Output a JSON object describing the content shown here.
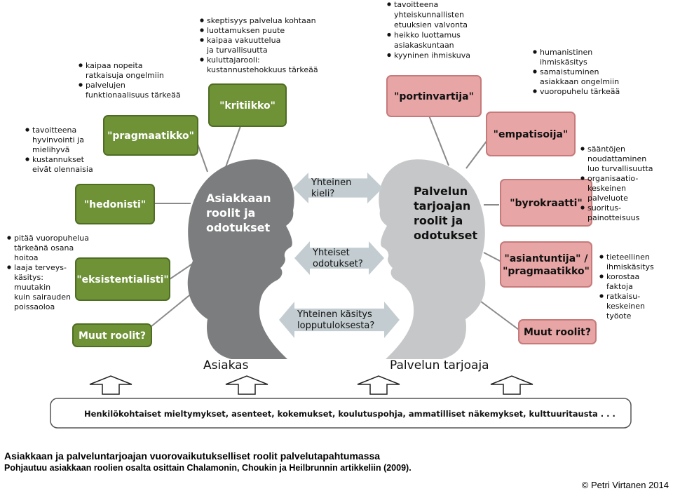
{
  "colors": {
    "green_fill": "#6f9237",
    "green_border": "#4e6d22",
    "pink_fill": "#e8a5a5",
    "pink_border": "#c67a7a",
    "head_left": "#7c7d7e",
    "head_right": "#c6c7c8",
    "arrow_fill": "#c3cdd1"
  },
  "client": {
    "head_text": [
      "Asiakkaan",
      "roolit ja",
      "odotukset"
    ],
    "side_label": "Asiakas",
    "roles": [
      {
        "label": "\"kritiikko\"",
        "bullets": [
          "skeptisyys palvelua kohtaan",
          "luottamuksen puute",
          "kaipaa vakuuttelua",
          "ja turvallisuutta",
          "kuluttajarooli:",
          "kustannustehokkuus tärkeää"
        ],
        "bullet_marks": [
          true,
          true,
          true,
          false,
          true,
          false
        ]
      },
      {
        "label": "\"pragmaatikko\"",
        "bullets": [
          "kaipaa nopeita",
          "ratkaisuja ongelmiin",
          "palvelujen",
          "funktionaalisuus tärkeää"
        ],
        "bullet_marks": [
          true,
          false,
          true,
          false
        ]
      },
      {
        "label": "\"hedonisti\"",
        "bullets": [
          "tavoitteena",
          "hyvinvointi ja",
          "mielihyvä",
          "kustannukset",
          "eivät olennaisia"
        ],
        "bullet_marks": [
          true,
          false,
          false,
          true,
          false
        ]
      },
      {
        "label": "\"eksistentialisti\"",
        "bullets": [
          "pitää vuoropuhelua",
          "tärkeänä osana",
          "hoitoa",
          "laaja terveys-",
          "käsitys:",
          "muutakin",
          "kuin sairauden",
          "poissaoloa"
        ],
        "bullet_marks": [
          true,
          false,
          false,
          true,
          false,
          false,
          false,
          false
        ]
      },
      {
        "label": "Muut roolit?",
        "bullets": [],
        "bullet_marks": []
      }
    ]
  },
  "provider": {
    "head_text": [
      "Palvelun",
      "tarjoajan",
      "roolit ja",
      "odotukset"
    ],
    "side_label": "Palvelun tarjoaja",
    "roles": [
      {
        "label": "\"portinvartija\"",
        "bullets": [
          "tavoitteena",
          "yhteiskunnallisten",
          "etuuksien valvonta",
          "heikko luottamus",
          "asiakaskuntaan",
          "kyyninen ihmiskuva"
        ],
        "bullet_marks": [
          true,
          false,
          false,
          true,
          false,
          true
        ]
      },
      {
        "label": "\"empatisoija\"",
        "bullets": [
          "humanistinen",
          "ihmiskäsitys",
          "samaistuminen",
          "asiakkaan ongelmiin",
          "vuoropuhelu tärkeää"
        ],
        "bullet_marks": [
          true,
          false,
          true,
          false,
          true
        ]
      },
      {
        "label": "\"byrokraatti\"",
        "bullets": [
          "sääntöjen",
          "noudattaminen",
          "luo turvallisuutta",
          "organisaatio-",
          "keskeinen",
          "palveluote",
          "suoritus-",
          "painotteisuus"
        ],
        "bullet_marks": [
          true,
          false,
          false,
          true,
          false,
          false,
          true,
          false
        ]
      },
      {
        "label_lines": [
          "\"asiantuntija\" /",
          "\"pragmaatikko\""
        ],
        "bullets": [
          "tieteellinen",
          "ihmiskäsitys",
          "korostaa",
          "faktoja",
          "ratkaisu-",
          "keskeinen",
          "työote"
        ],
        "bullet_marks": [
          true,
          false,
          true,
          false,
          true,
          false,
          false
        ]
      },
      {
        "label": "Muut roolit?",
        "bullets": [],
        "bullet_marks": []
      }
    ]
  },
  "arrows": [
    [
      "Yhteinen",
      "kieli?"
    ],
    [
      "Yhteiset",
      "odotukset?"
    ],
    [
      "Yhteinen käsitys",
      "lopputuloksesta?"
    ]
  ],
  "bottom_bar": "Henkilökohtaiset mieltymykset, asenteet, kokemukset, koulutuspohja, ammatilliset näkemykset, kulttuuritausta . . .",
  "caption": {
    "line1": "Asiakkaan ja palveluntarjoajan vuorovaikutukselliset roolit palvelutapahtumassa",
    "line2": "Pohjautuu asiakkaan roolien osalta osittain Chalamonin, Choukin ja Heilbrunnin artikkeliin (2009)."
  },
  "copyright": "© Petri Virtanen 2014"
}
